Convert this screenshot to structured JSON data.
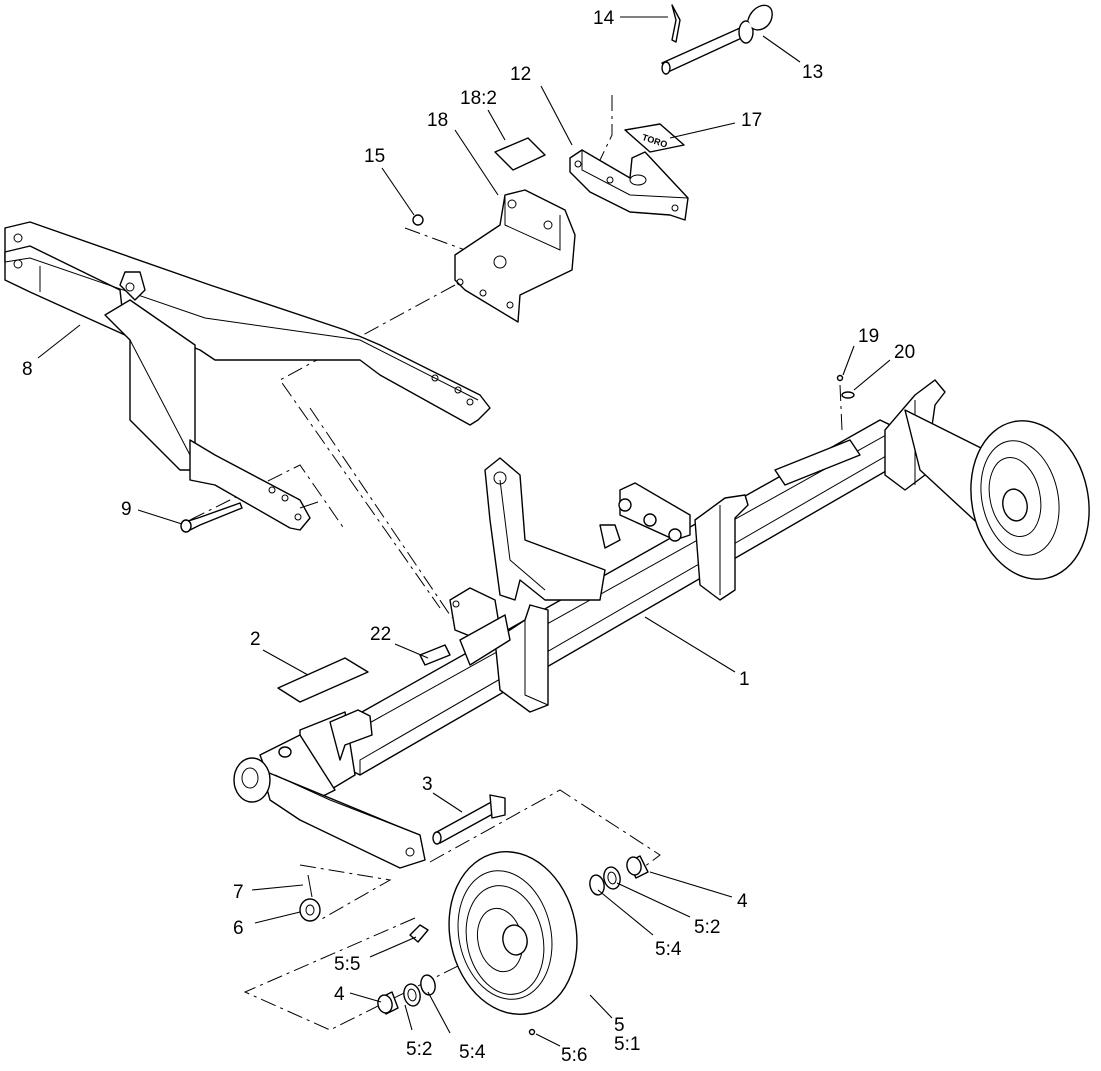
{
  "callouts": {
    "c1": "1",
    "c2": "2",
    "c3": "3",
    "c4a": "4",
    "c4b": "4",
    "c5": "5",
    "c5_1": "5:1",
    "c5_2a": "5:2",
    "c5_2b": "5:2",
    "c5_4a": "5:4",
    "c5_4b": "5:4",
    "c5_5": "5:5",
    "c5_6": "5:6",
    "c6": "6",
    "c7": "7",
    "c8": "8",
    "c9": "9",
    "c12": "12",
    "c13": "13",
    "c14": "14",
    "c15": "15",
    "c17": "17",
    "c18": "18",
    "c18_2": "18:2",
    "c19": "19",
    "c20": "20",
    "c22": "22"
  },
  "decal_text": "TORO"
}
